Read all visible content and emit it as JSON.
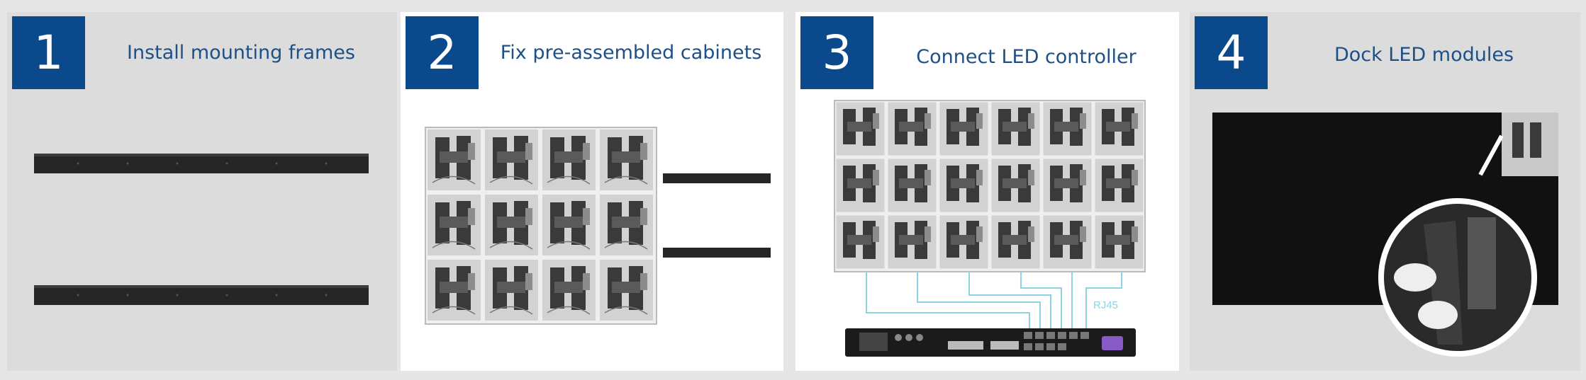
{
  "colors": {
    "badge": "#0a4a8c",
    "title": "#1d4f88",
    "panel_grey": "#dcdcdc",
    "panel_white": "#ffffff",
    "cable": "#8fd3e2"
  },
  "steps": [
    {
      "number": "1",
      "title": "Install mounting frames"
    },
    {
      "number": "2",
      "title": "Fix pre-assembled cabinets"
    },
    {
      "number": "3",
      "title": "Connect LED controller",
      "cable_label": "RJ45"
    },
    {
      "number": "4",
      "title": "Dock LED modules"
    }
  ]
}
